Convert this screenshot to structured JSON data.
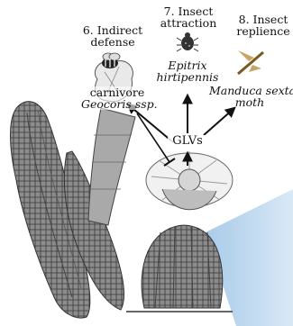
{
  "labels": {
    "defense": {
      "line1": "6. Indirect",
      "line2": "defense"
    },
    "attraction": {
      "line1": "7. Insect",
      "line2": "attraction"
    },
    "repellence": {
      "line1": "8. Insect",
      "line2": "replience"
    },
    "carnivore": {
      "line1": "carnivore",
      "line2": "Geocoris ssp."
    },
    "epitrix": {
      "line1": "Epitrix",
      "line2": "hirtipennis"
    },
    "manduca": {
      "line1": "Manduca sexta",
      "line2": "moth"
    },
    "glvs": "GLVs"
  },
  "icons": [
    "bee-icon",
    "beetle-icon",
    "moth-icon",
    "cactus-illustration",
    "cactus-flower",
    "cactus-bud"
  ],
  "colors": {
    "background": "#ffffff",
    "accent_blue": "#b9d6ee",
    "ink": "#111111"
  }
}
